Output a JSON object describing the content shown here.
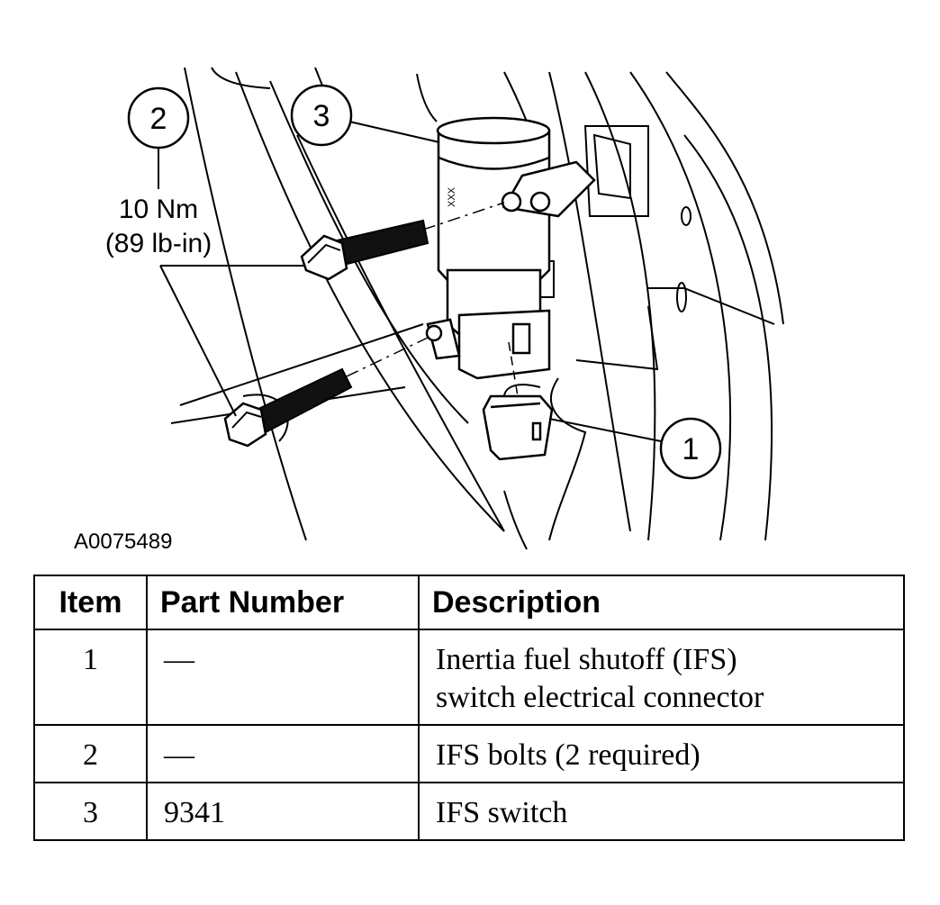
{
  "figure": {
    "callouts": [
      "1",
      "2",
      "3"
    ],
    "torque_nm": "10 Nm",
    "torque_lbin": "(89 lb-in)",
    "figure_id": "A0075489"
  },
  "table": {
    "headers": {
      "item": "Item",
      "part_number": "Part Number",
      "description": "Description"
    },
    "rows": [
      {
        "item": "1",
        "part_number": "—",
        "description_lines": [
          "Inertia fuel shutoff (IFS)",
          "switch electrical connector"
        ]
      },
      {
        "item": "2",
        "part_number": "—",
        "description_lines": [
          "IFS bolts (2 required)"
        ]
      },
      {
        "item": "3",
        "part_number": "9341",
        "description_lines": [
          "IFS switch"
        ]
      }
    ]
  }
}
